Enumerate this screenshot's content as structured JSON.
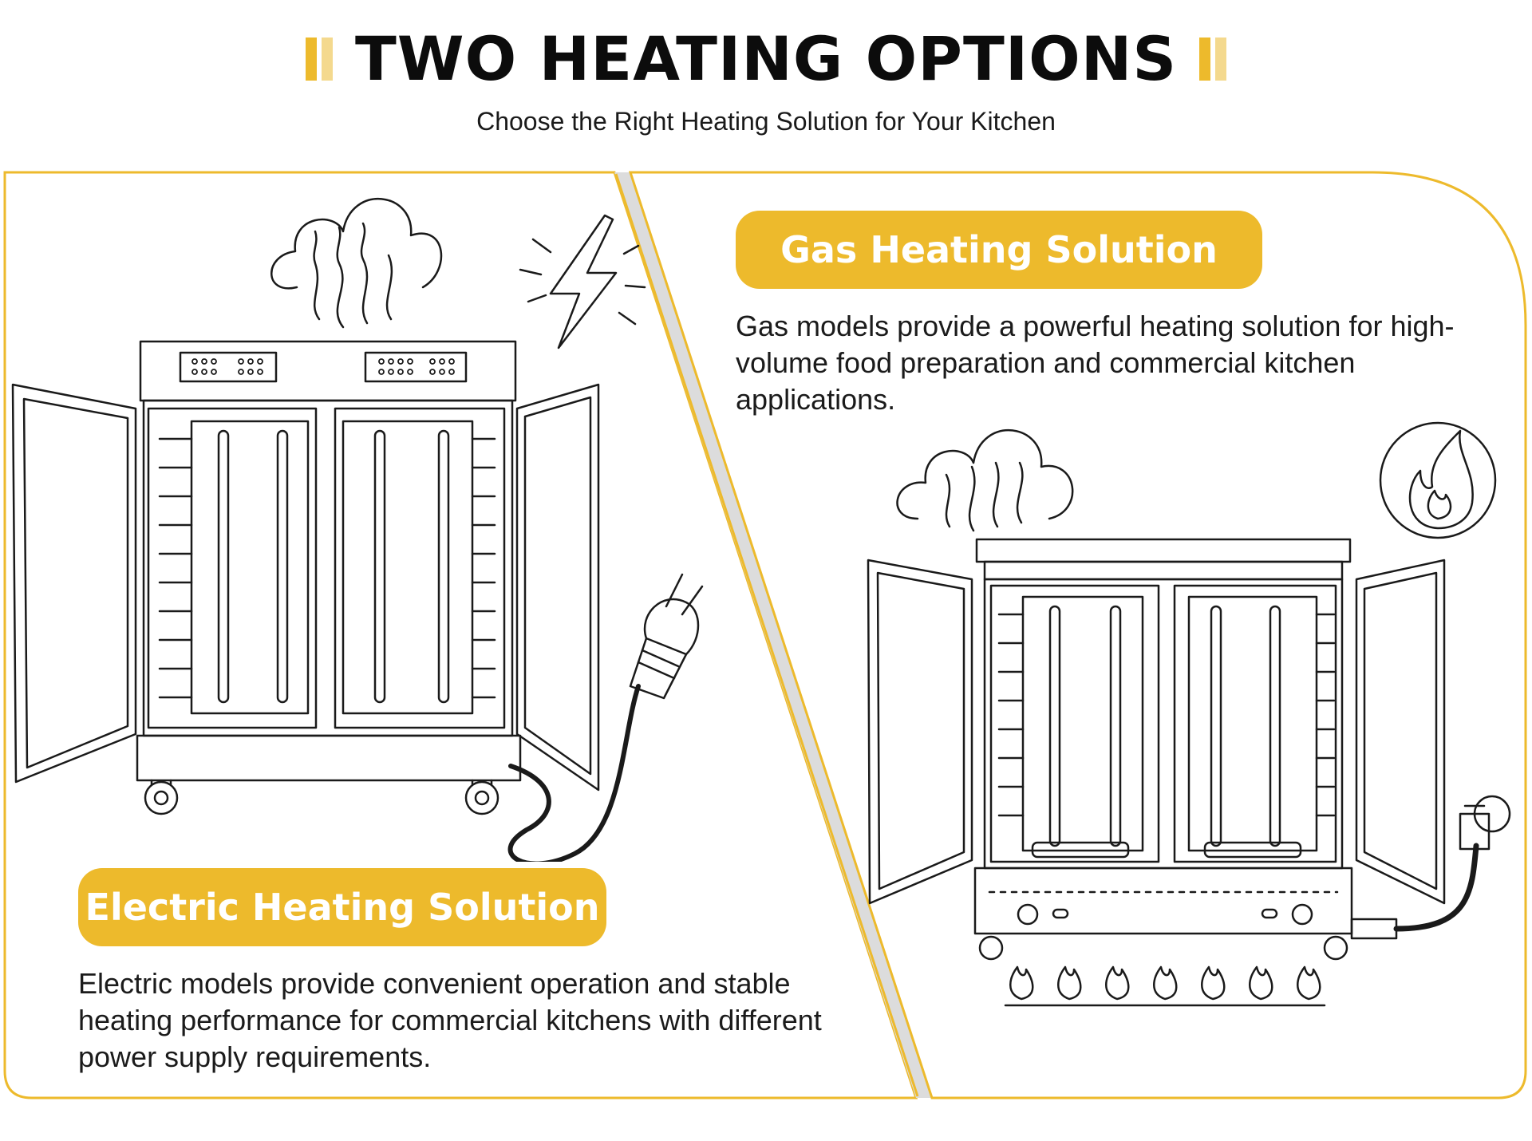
{
  "header": {
    "title": "TWO HEATING OPTIONS",
    "subtitle": "Choose the Right Heating Solution for Your Kitchen"
  },
  "colors": {
    "accent": "#EDBA2C",
    "accent_light": "#F4D98E",
    "divider_grey": "#D9D9D9",
    "line": "#1a1a1a"
  },
  "gas": {
    "label": "Gas Heating Solution",
    "description": "Gas models provide a powerful heating solution for high-volume food preparation and commercial kitchen applications.",
    "icons": [
      "steam-cloud-icon",
      "flame-badge-icon",
      "gas-valve-icon",
      "burner-flames-icon"
    ]
  },
  "electric": {
    "label": "Electric Heating Solution",
    "description": "Electric models provide convenient operation and stable heating performance for commercial kitchens with different power supply requirements.",
    "icons": [
      "steam-cloud-icon",
      "lightning-bolt-icon",
      "power-plug-icon"
    ]
  }
}
